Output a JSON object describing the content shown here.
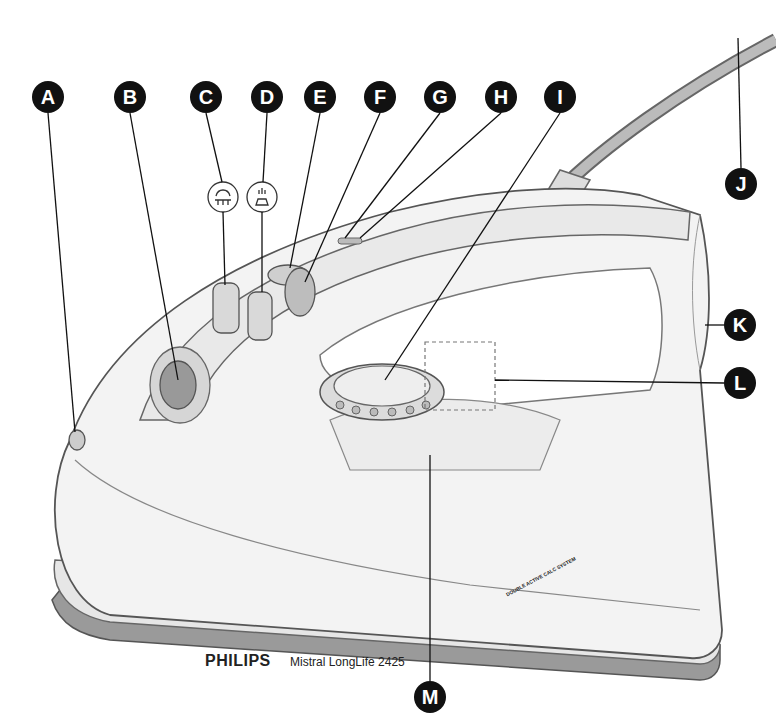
{
  "diagram": {
    "labels": [
      "A",
      "B",
      "C",
      "D",
      "E",
      "F",
      "G",
      "H",
      "I",
      "J",
      "K",
      "L",
      "M",
      "PHILIPS",
      "Mistral LongLife 2425",
      "DOUBLE ACTIVE CALC SYSTEM"
    ]
  }
}
